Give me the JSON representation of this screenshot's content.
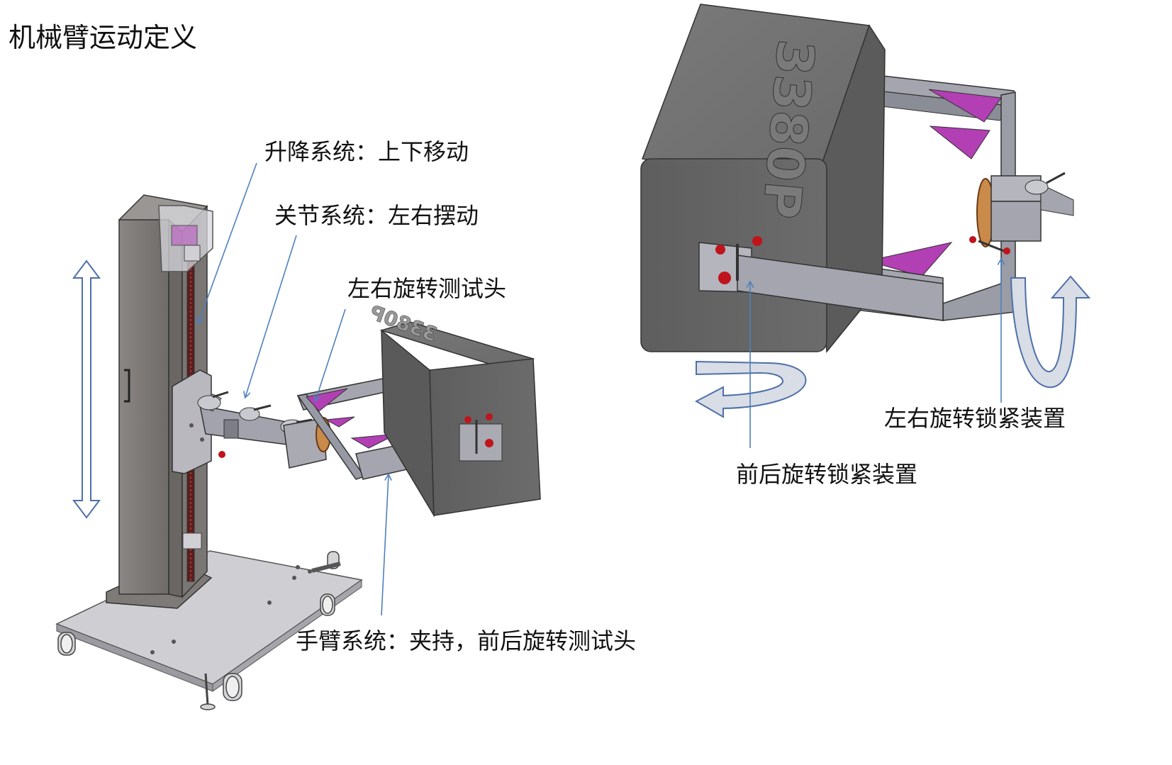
{
  "title": "机械臂运动定义",
  "labels": {
    "lift": "升降系统：上下移动",
    "joint": "关节系统：左右摆动",
    "lr_head": "左右旋转测试头",
    "arm": "手臂系统：夹持，前后旋转测试头",
    "lr_lock": "左右旋转锁紧装置",
    "fb_lock": "前后旋转锁紧装置"
  },
  "stamp": "3380P",
  "colors": {
    "leader": "#4f81bd",
    "arrow_outline": "#4f6fa8",
    "arrow_fill": "#d8dde6",
    "steel": "#8a8d97",
    "box": "#6f6f6f",
    "wedge": "#b23fb4",
    "knob": "#c0141c",
    "base": "#c9c9cd"
  }
}
